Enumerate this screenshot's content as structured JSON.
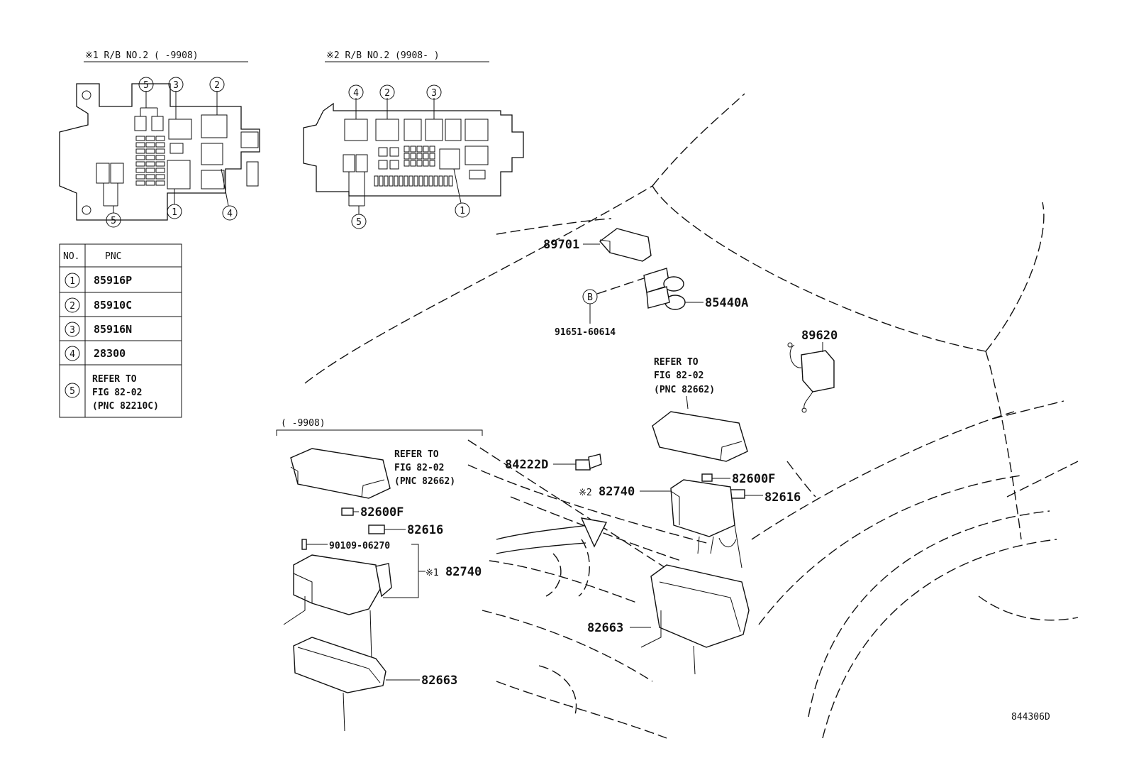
{
  "headers": {
    "rb1": "※1 R/B NO.2  (    -9908)",
    "rb2": "※2 R/B NO.2  (9908-    )",
    "bracket": "(    -9908)"
  },
  "table": {
    "col_no": "NO.",
    "col_pnc": "PNC",
    "rows": [
      {
        "no": "1",
        "pnc": "85916P"
      },
      {
        "no": "2",
        "pnc": "85910C"
      },
      {
        "no": "3",
        "pnc": "85916N"
      },
      {
        "no": "4",
        "pnc": "28300"
      },
      {
        "no": "5",
        "pnc_lines": [
          "REFER TO",
          "FIG 82-02",
          "(PNC 82210C)"
        ]
      }
    ]
  },
  "callouts": {
    "n1": "1",
    "n2": "2",
    "n3": "3",
    "n4": "4",
    "n5": "5",
    "b": "B"
  },
  "parts": {
    "p89701": "89701",
    "p85440a": "85440A",
    "p91651": "91651-60614",
    "p89620": "89620",
    "p84222d": "84222D",
    "p82600f": "82600F",
    "p82616": "82616",
    "p82740": "82740",
    "mark1": "※1",
    "mark2": "※2",
    "p82663": "82663",
    "p90109": "90109-06270"
  },
  "refer_left": [
    "REFER TO",
    "FIG 82-02",
    "(PNC 82662)"
  ],
  "refer_right": [
    "REFER TO",
    "FIG 82-02",
    "(PNC 82662)"
  ],
  "figure_code": "844306D"
}
